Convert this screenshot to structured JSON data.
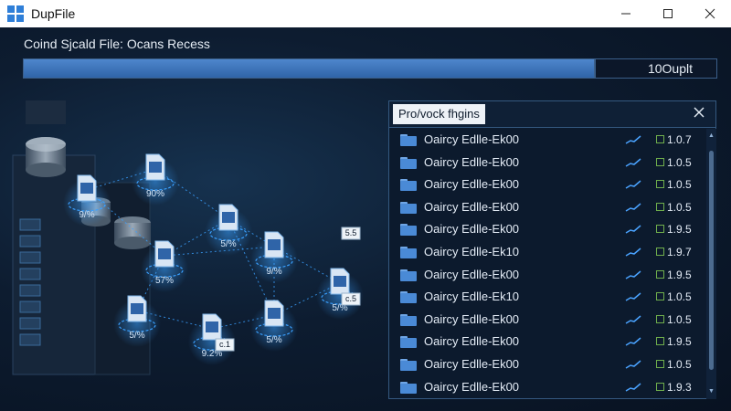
{
  "window": {
    "title": "DupFile",
    "min_icon": "minimize-icon",
    "max_icon": "maximize-icon",
    "close_icon": "close-icon"
  },
  "scan": {
    "status": "Coind Sjcald File: Ocans Recess",
    "progress_percent": 100,
    "progress_value": "10Ouplt"
  },
  "network": {
    "labels": [
      "90%",
      "9/%",
      "5/%",
      "57%",
      "9/%",
      "5/%",
      "5/%",
      "5/%",
      "9.2%"
    ],
    "tags": [
      "5.5",
      "c.5",
      "c.1"
    ]
  },
  "panel": {
    "title": "Pro/vock fhgins",
    "close_icon": "close-icon",
    "rows": [
      {
        "name": "Oaircy Edlle-Ek00",
        "value": "1.0.7"
      },
      {
        "name": "Oaircy Edlle-Ek00",
        "value": "1.0.5"
      },
      {
        "name": "Oaircy Edlle-Ek00",
        "value": "1.0.5"
      },
      {
        "name": "Oaircy Edlle-Ek00",
        "value": "1.0.5"
      },
      {
        "name": "Oaircy Edlle-Ek00",
        "value": "1.9.5"
      },
      {
        "name": "Oaircy Edlle-Ek10",
        "value": "1.9.7"
      },
      {
        "name": "Oaircy Edlle-Ek00",
        "value": "1.9.5"
      },
      {
        "name": "Oaircy Edlle-Ek10",
        "value": "1.0.5"
      },
      {
        "name": "Oaircy Edlle-Ek00",
        "value": "1.0.5"
      },
      {
        "name": "Oaircy Edlle-Ek00",
        "value": "1.9.5"
      },
      {
        "name": "Oaircy Edlle-Ek00",
        "value": "1.0.5"
      },
      {
        "name": "Oaircy Edlle-Ek00",
        "value": "1.9.3"
      }
    ]
  },
  "colors": {
    "accent": "#2f64a8",
    "panel_bg": "#0c1a2d",
    "node_glow": "#3aa0ff"
  }
}
